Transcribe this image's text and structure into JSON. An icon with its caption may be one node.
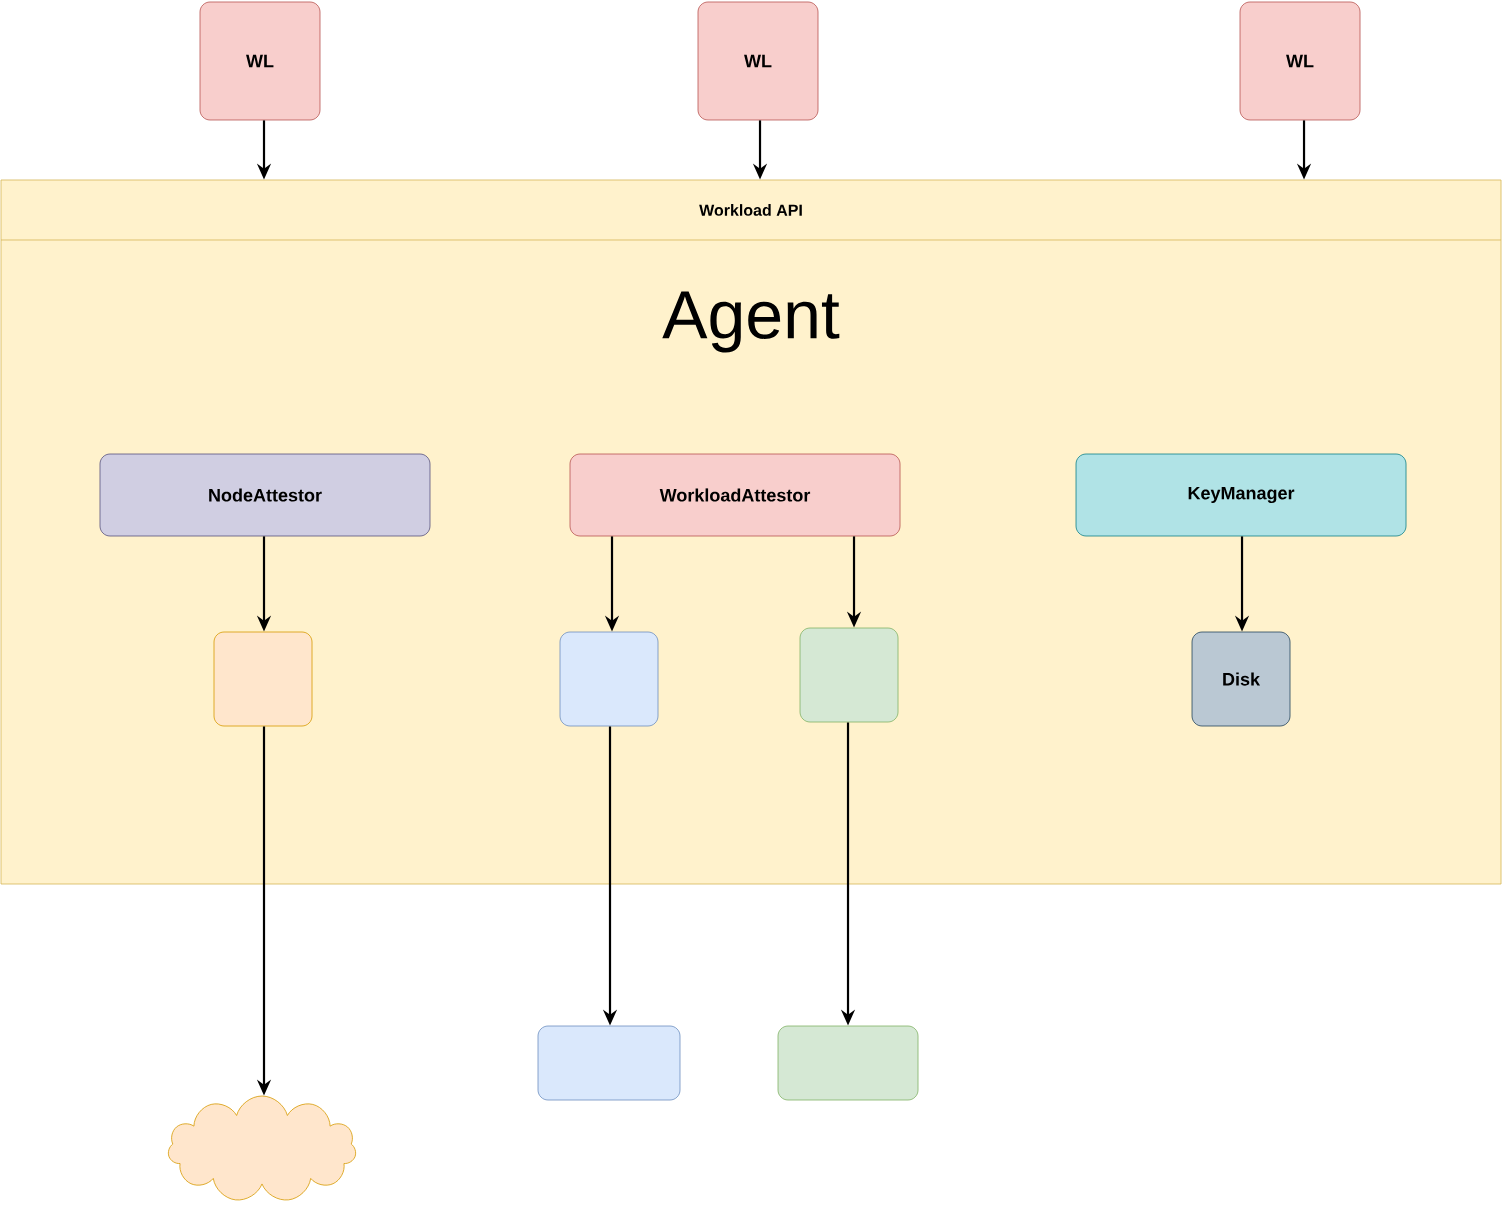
{
  "diagram": {
    "nodes": [
      {
        "text": [
          "WL"
        ]
      },
      {
        "text": [
          "WL"
        ]
      },
      {
        "text": [
          "WL"
        ]
      },
      {
        "text": [
          "Workload API",
          "Agent"
        ]
      },
      {
        "text": [
          "NodeAttestor"
        ],
        "in": 3
      },
      {
        "text": [
          "WorkloadAttestor"
        ],
        "in": 3
      },
      {
        "text": [
          "KeyManager"
        ],
        "in": 3
      },
      {
        "text": [],
        "shape": "box",
        "in": 3
      },
      {
        "text": [],
        "shape": "box",
        "in": 3
      },
      {
        "text": [],
        "shape": "box",
        "in": 3
      },
      {
        "text": [
          "Disk"
        ],
        "in": 3
      },
      {
        "text": [],
        "shape": "box"
      },
      {
        "text": [],
        "shape": "box"
      },
      {
        "text": [],
        "shape": "cloud"
      }
    ],
    "edges": [
      {
        "from": 0,
        "to": 3,
        "arrow": "to"
      },
      {
        "from": 1,
        "to": 3,
        "arrow": "to"
      },
      {
        "from": 2,
        "to": 3,
        "arrow": "to"
      },
      {
        "from": 4,
        "to": 7,
        "arrow": "to"
      },
      {
        "from": 5,
        "to": 8,
        "arrow": "to"
      },
      {
        "from": 5,
        "to": 9,
        "arrow": "to"
      },
      {
        "from": 6,
        "to": 10,
        "arrow": "to"
      },
      {
        "from": 7,
        "to": 13,
        "arrow": "to"
      },
      {
        "from": 8,
        "to": 11,
        "arrow": "to"
      },
      {
        "from": 9,
        "to": 12,
        "arrow": "to"
      }
    ]
  }
}
